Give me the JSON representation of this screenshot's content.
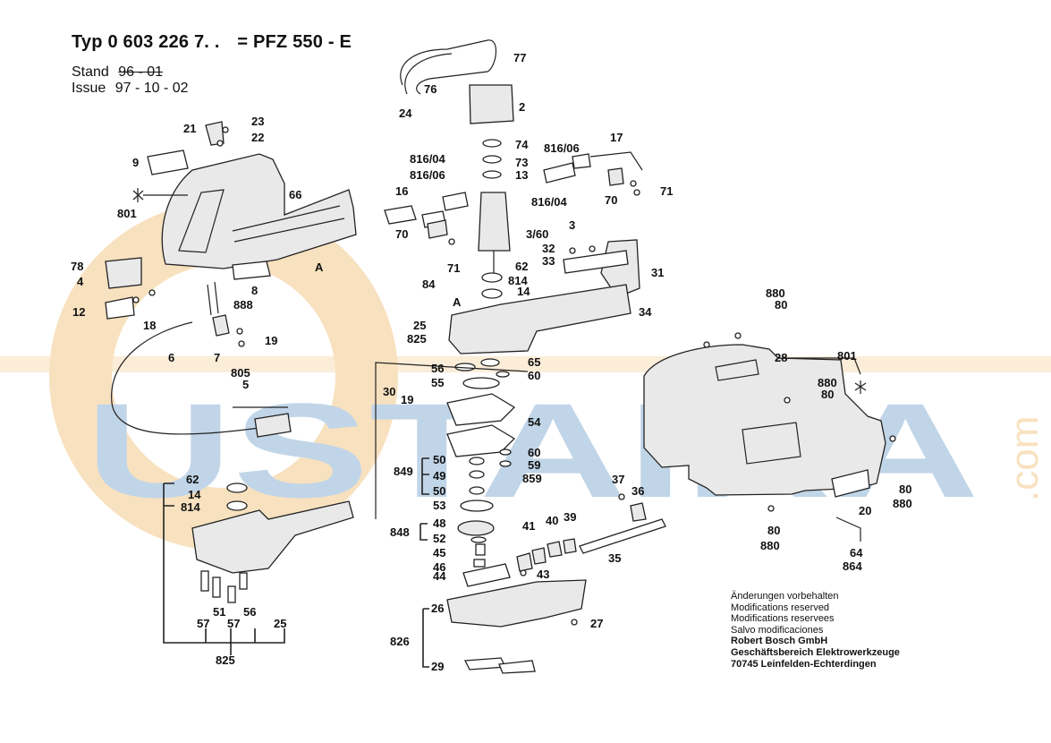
{
  "header": {
    "type_prefix": "Typ",
    "type_number": "0 603 226 7. .",
    "model": "= PFZ 550 - E",
    "stand_label": "Stand",
    "stand_value": "96 - 01",
    "issue_label": "Issue",
    "issue_value": "97 - 10 - 02"
  },
  "notes": [
    "Änderungen vorbehalten",
    "Modifications reserved",
    "Modifications reservees",
    "Salvo modificaciones"
  ],
  "company": [
    "Robert Bosch GmbH",
    "Geschäftsbereich Elektrowerkzeuge",
    "70745 Leinfelden-Echterdingen"
  ],
  "watermark": {
    "text": "USTAIRA",
    "suffix": ".com",
    "color_blue": "#8fb3d6",
    "color_orange": "#f3c98a"
  },
  "callouts": [
    "77",
    "76",
    "24",
    "2",
    "74",
    "73",
    "13",
    "816/06",
    "17",
    "816/04",
    "816/06",
    "16",
    "816/04",
    "71",
    "70",
    "3",
    "3/60",
    "32",
    "33",
    "70",
    "71",
    "62",
    "814",
    "84",
    "14",
    "31",
    "34",
    "25",
    "825",
    "A",
    "56",
    "65",
    "60",
    "55",
    "54",
    "50",
    "49",
    "50",
    "849",
    "60",
    "59",
    "859",
    "53",
    "48",
    "848",
    "52",
    "45",
    "46",
    "44",
    "41",
    "40",
    "39",
    "43",
    "37",
    "36",
    "35",
    "26",
    "826",
    "27",
    "29",
    "21",
    "23",
    "22",
    "9",
    "66",
    "801",
    "78",
    "4",
    "12",
    "18",
    "8",
    "888",
    "A",
    "6",
    "7",
    "19",
    "805",
    "5",
    "62",
    "14",
    "814",
    "51",
    "56",
    "57",
    "57",
    "25",
    "825",
    "30",
    "19",
    "880",
    "80",
    "28",
    "801",
    "880",
    "80",
    "80",
    "880",
    "20",
    "80",
    "880",
    "64",
    "864"
  ]
}
